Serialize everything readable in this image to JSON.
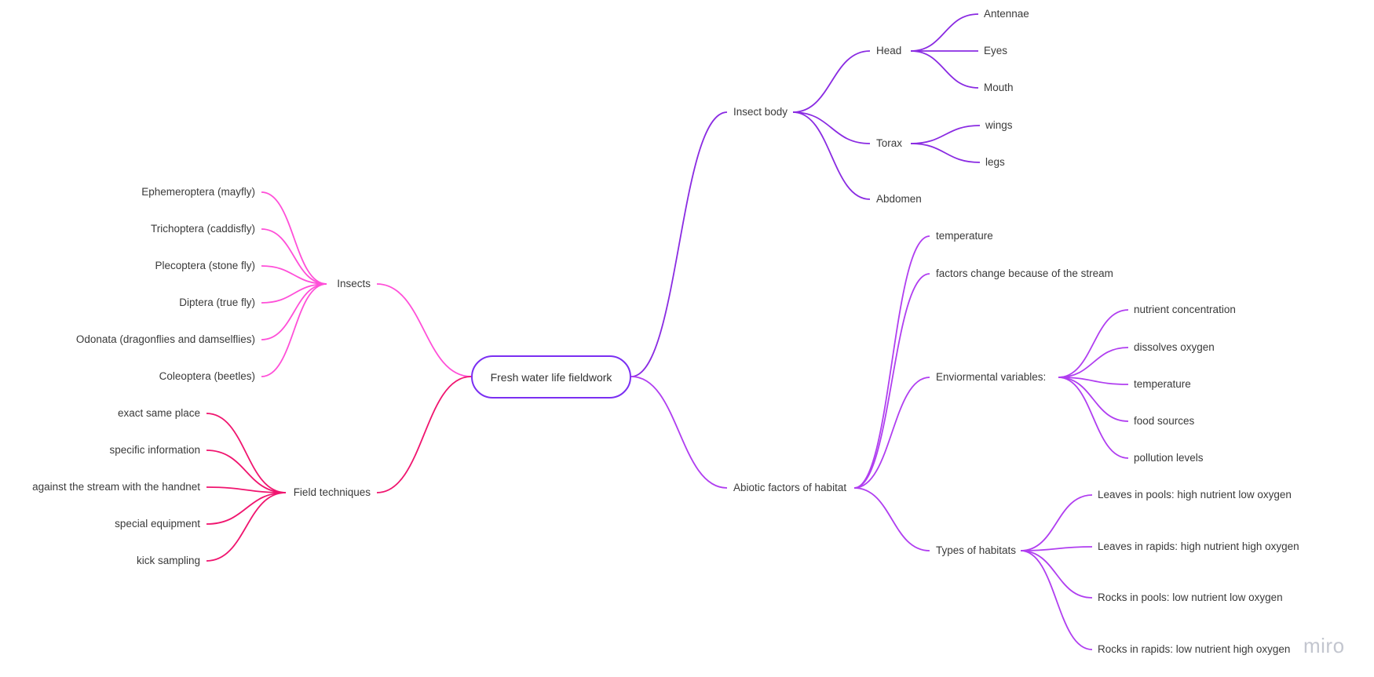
{
  "root": "Fresh water life fieldwork",
  "right": [
    {
      "label": "Insect body",
      "color": "#8a2be2",
      "children": [
        {
          "label": "Head",
          "children": [
            "Antennae",
            "Eyes",
            "Mouth"
          ]
        },
        {
          "label": "Torax",
          "children": [
            "wings",
            "legs"
          ]
        },
        {
          "label": "Abdomen",
          "children": []
        }
      ]
    },
    {
      "label": "Abiotic factors of habitat",
      "color": "#b03ef0",
      "children": [
        {
          "label": "temperature",
          "children": []
        },
        {
          "label": "factors change because of the stream",
          "children": []
        },
        {
          "label": "Enviormental variables:",
          "children": [
            "nutrient concentration",
            "dissolves oxygen",
            "temperature",
            " food sources",
            "pollution levels"
          ]
        },
        {
          "label": "Types of habitats",
          "children": [
            "Leaves in pools: high nutrient low oxygen",
            "Leaves in rapids: high nutrient high oxygen",
            "Rocks in pools: low nutrient low oxygen",
            "Rocks in rapids: low nutrient high oxygen"
          ]
        }
      ]
    }
  ],
  "left": [
    {
      "label": "Insects",
      "color": "#ff4fd8",
      "children": [
        "Ephemeroptera (mayfly)",
        "Trichoptera (caddisfly)",
        "Plecoptera (stone fly)",
        "Diptera (true fly)",
        "Odonata (dragonflies and damselflies)",
        "Coleoptera (beetles)"
      ]
    },
    {
      "label": "Field techniques",
      "color": "#f0156f",
      "children": [
        "exact same place",
        "specific information",
        "against the stream with the handnet",
        "special equipment",
        "kick sampling"
      ]
    }
  ],
  "brand": "miro"
}
